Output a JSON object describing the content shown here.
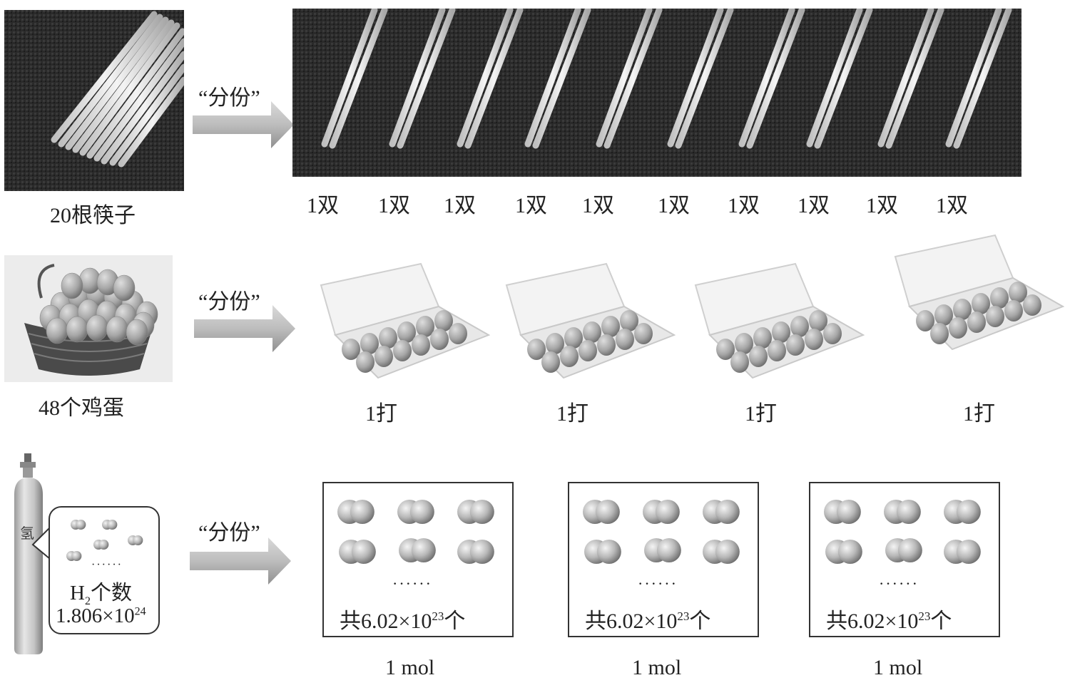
{
  "rows": {
    "chopsticks": {
      "source_label": "20根筷子",
      "arrow_label": "“分份”",
      "unit_labels": [
        "1双",
        "1双",
        "1双",
        "1双",
        "1双",
        "1双",
        "1双",
        "1双",
        "1双",
        "1双"
      ]
    },
    "eggs": {
      "source_label": "48个鸡蛋",
      "arrow_label": "“分份”",
      "unit_labels": [
        "1打",
        "1打",
        "1打",
        "1打"
      ]
    },
    "hydrogen": {
      "cylinder_char": "氢",
      "bubble_dots": "······",
      "bubble_formula_main": "H",
      "bubble_formula_sub": "2",
      "bubble_formula_rest": "个数",
      "bubble_count_base": "1.806×10",
      "bubble_count_exp": "24",
      "arrow_label": "“分份”",
      "boxes": [
        {
          "dots": "······",
          "total_prefix": "共6.02×10",
          "total_exp": "23",
          "total_suffix": "个",
          "unit_label": "1 mol"
        },
        {
          "dots": "······",
          "total_prefix": "共6.02×10",
          "total_exp": "23",
          "total_suffix": "个",
          "unit_label": "1 mol"
        },
        {
          "dots": "······",
          "total_prefix": "共6.02×10",
          "total_exp": "23",
          "total_suffix": "个",
          "unit_label": "1 mol"
        }
      ]
    }
  }
}
